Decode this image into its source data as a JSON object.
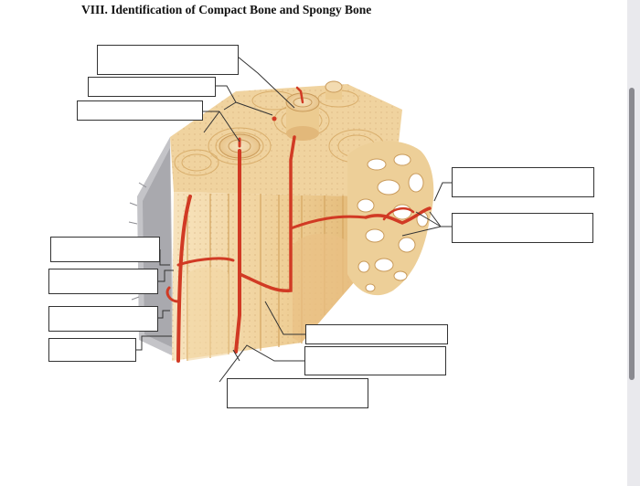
{
  "title": "VIII. Identification of Compact Bone and Spongy Bone",
  "colors": {
    "bone_light": "#f4ddb3",
    "bone_mid": "#e9c68c",
    "bone_dark": "#c99a5a",
    "vessel": "#d13a24",
    "periosteum": "#b9b9be",
    "leader": "#333333"
  },
  "label_boxes": [
    {
      "id": "blank-1"
    },
    {
      "id": "blank-2"
    },
    {
      "id": "blank-3"
    },
    {
      "id": "blank-4"
    },
    {
      "id": "blank-5"
    },
    {
      "id": "blank-6"
    },
    {
      "id": "blank-7"
    },
    {
      "id": "blank-8"
    },
    {
      "id": "blank-9"
    },
    {
      "id": "blank-10"
    },
    {
      "id": "blank-11"
    }
  ]
}
